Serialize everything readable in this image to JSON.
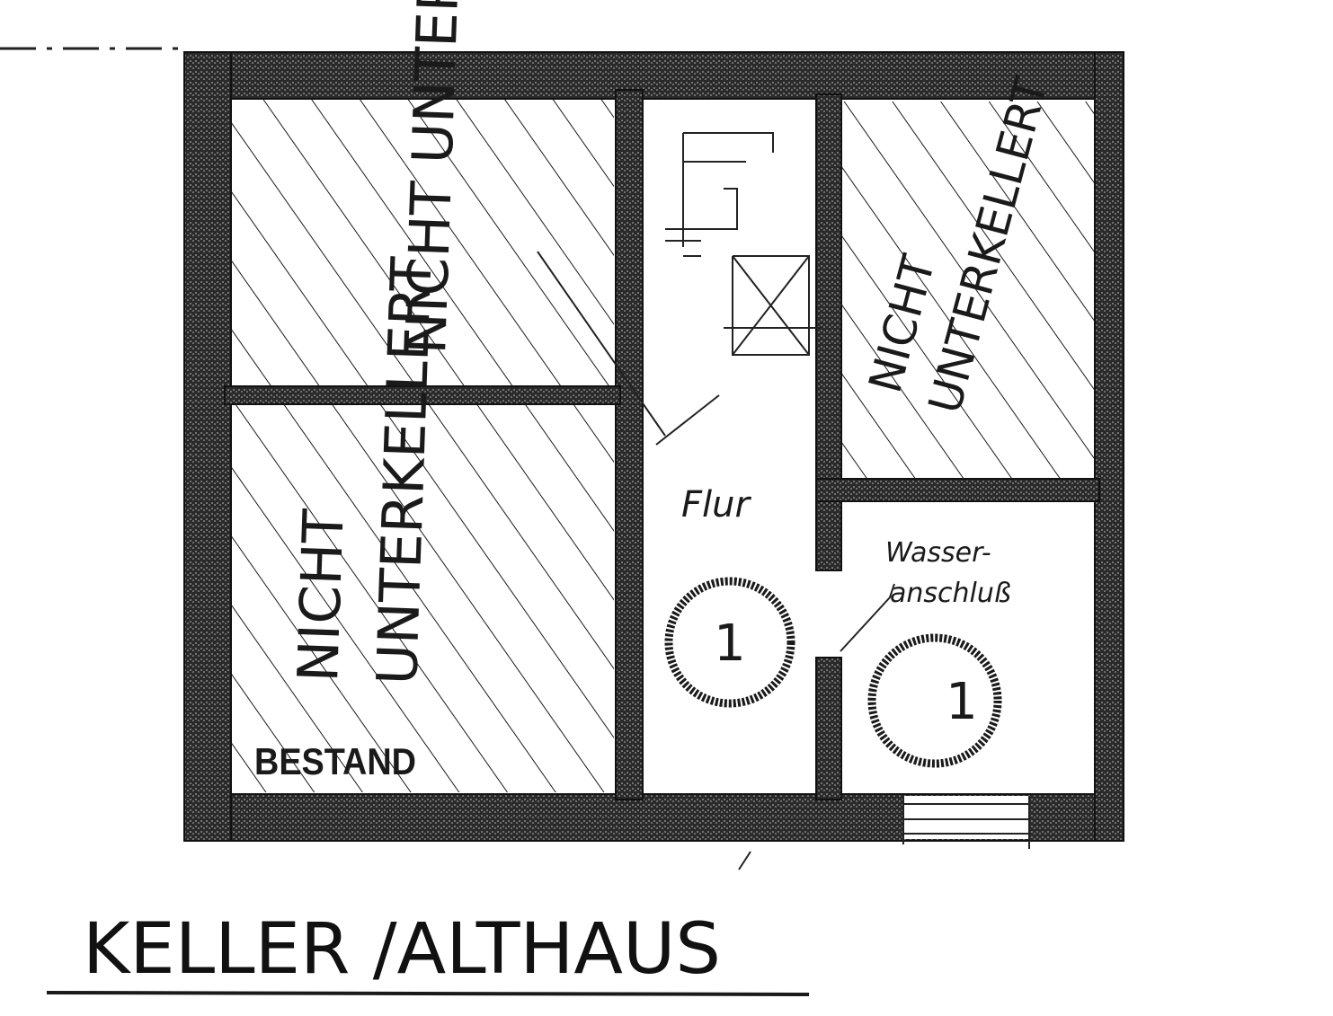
{
  "plan": {
    "title": "KELLER /ALTHAUS",
    "labels": {
      "left_upper_room": "NICHT UNTERKELLERT",
      "left_lower_room_line1": "NICHT",
      "left_lower_room_line2": "UNTERKELLERT",
      "right_upper_room_line1": "NICHT",
      "right_upper_room_line2": "UNTERKELLERT",
      "corridor": "Flur",
      "water_line1": "Wasser-",
      "water_line2": "anschluß",
      "existing": "BESTAND",
      "marker_flur": "1",
      "marker_room": "1"
    }
  }
}
